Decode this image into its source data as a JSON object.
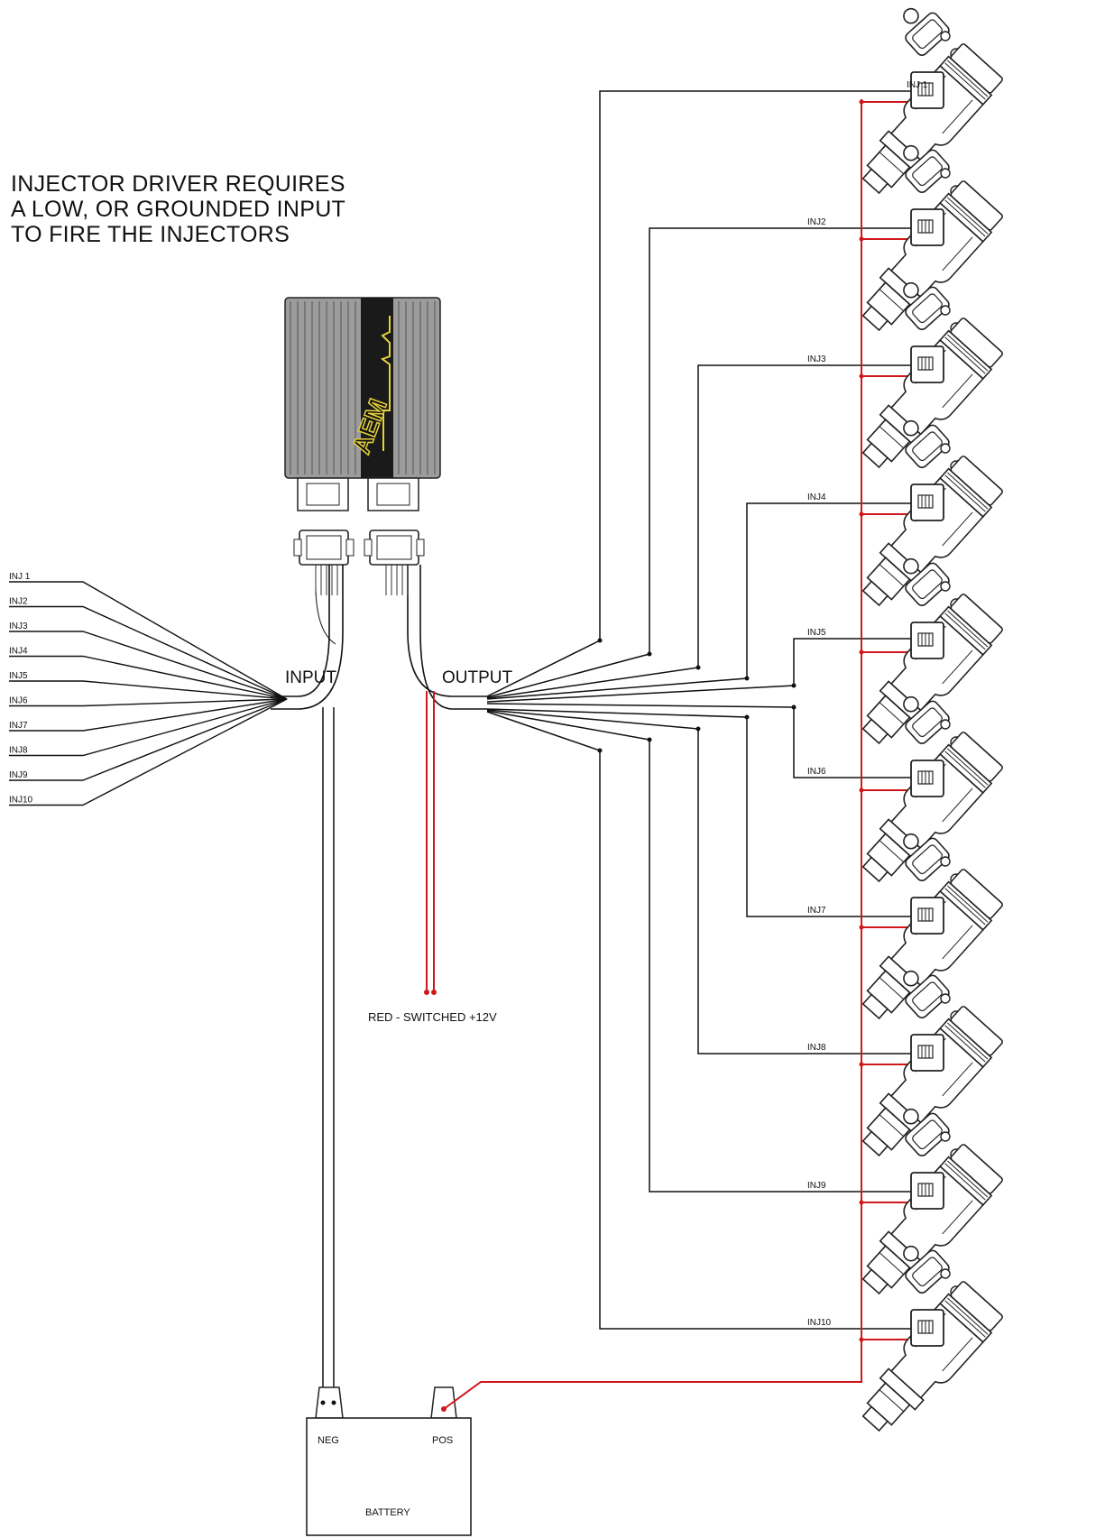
{
  "colors": {
    "wire_black": "#111111",
    "wire_red": "#d0181c",
    "logo_yellow": "#e6d23a",
    "module_body": "#1a1a1a"
  },
  "note": {
    "line1": "INJECTOR DRIVER REQUIRES",
    "line2": "A LOW, OR GROUNDED INPUT",
    "line3": "TO FIRE THE INJECTORS"
  },
  "harness": {
    "input_label": "INPUT",
    "output_label": "OUTPUT"
  },
  "input_wires": [
    "INJ 1",
    "INJ2",
    "INJ3",
    "INJ4",
    "INJ5",
    "INJ6",
    "INJ7",
    "INJ8",
    "INJ9",
    "INJ10"
  ],
  "output_labels": [
    "INJ 1",
    "INJ2",
    "INJ3",
    "INJ4",
    "INJ5",
    "INJ6",
    "INJ7",
    "INJ8",
    "INJ9",
    "INJ10"
  ],
  "power_label": "RED - SWITCHED +12V",
  "battery": {
    "neg": "NEG",
    "pos": "POS",
    "name": "BATTERY"
  },
  "icons": {
    "module": "injector-driver-module-icon",
    "injector": "fuel-injector-icon",
    "battery": "battery-icon"
  }
}
